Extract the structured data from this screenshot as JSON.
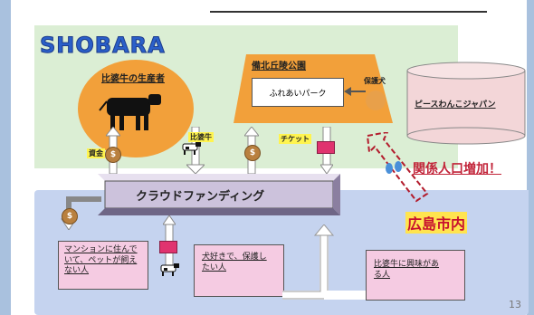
{
  "region_title": "SHOBARA",
  "producer_label": "比婆牛の生産者",
  "park": {
    "title": "備北丘陵公園",
    "box_label": "ふれあいパーク"
  },
  "guard_dog_label": "保護犬",
  "org_label": "ピースわんこジャパン",
  "crowdfunding_label": "クラウドファンディング",
  "tags": {
    "beef": "比婆牛",
    "funds": "資金",
    "ticket": "チケット"
  },
  "increase_label": "関係人口増加！",
  "hiroshima_label": "広島市内",
  "cards": {
    "mansion": "マンションに住んで\nいて、ペットが飼え\nない人",
    "dog_lover": "犬好きで、保護し\nたい人",
    "beef_interest": "比婆牛に興味があ\nる人"
  },
  "page_number": "13",
  "colors": {
    "green_panel": "#dbeed4",
    "blue_panel": "#c5d3ef",
    "producer": "#f2a03a",
    "park": "#f2a03a",
    "cylinder": "#f3d6d8",
    "card": "#f5cbe2",
    "accent_red": "#c8102e",
    "yellow": "#ffe44f"
  }
}
